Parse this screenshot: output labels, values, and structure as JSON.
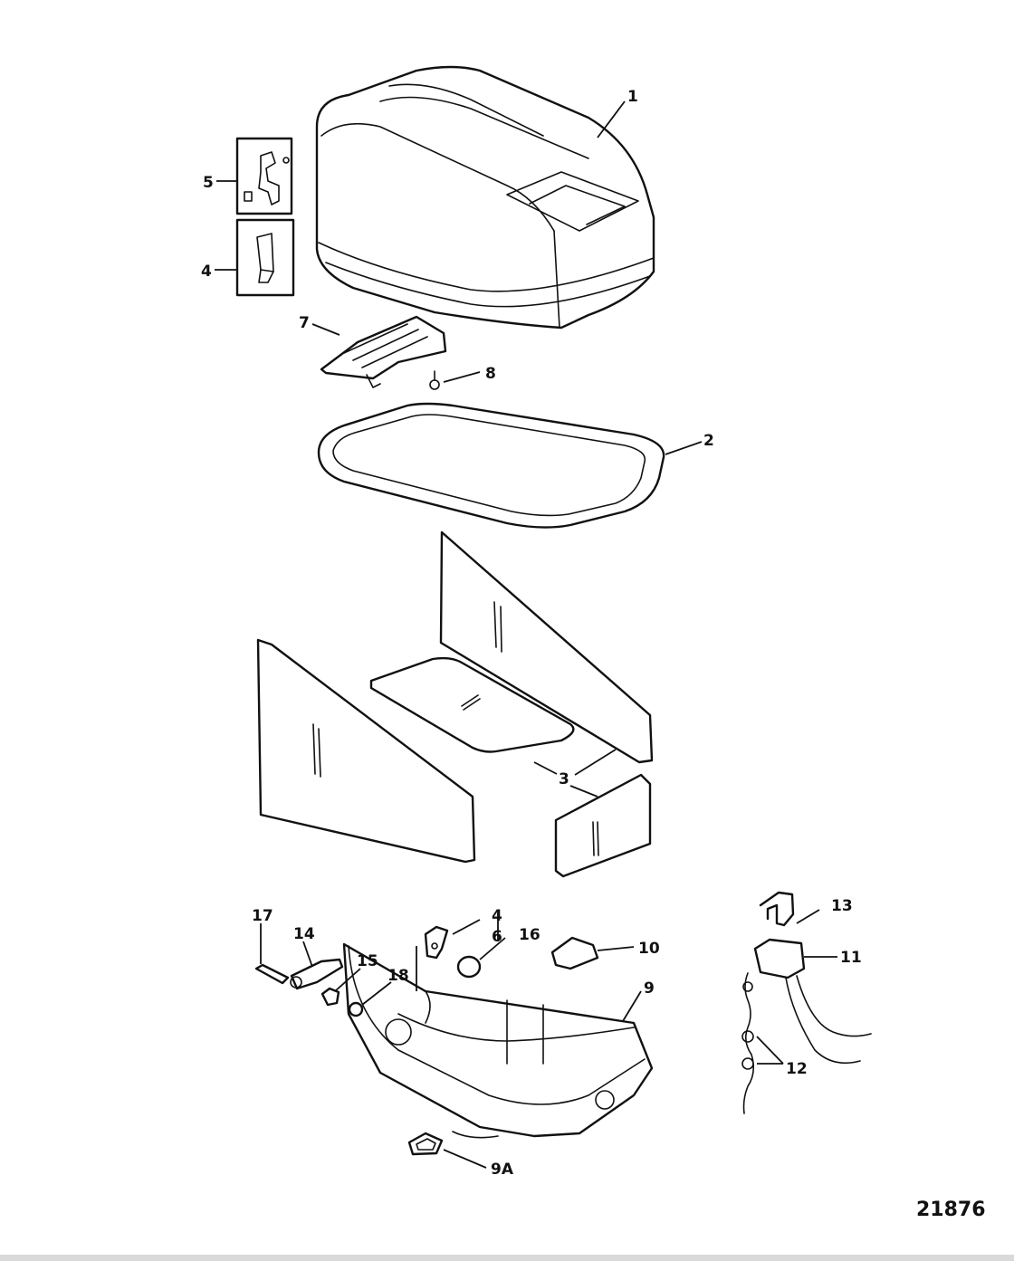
{
  "figure_number": "21876",
  "callouts": {
    "c1": "1",
    "c2": "2",
    "c3": "3",
    "c4": "4",
    "c5": "5",
    "c7": "7",
    "c8": "8",
    "c4b": "4",
    "c6": "6",
    "c16": "16",
    "c10": "10",
    "c9": "9",
    "c17": "17",
    "c14": "14",
    "c15": "15",
    "c18": "18",
    "c9a": "9A",
    "c13": "13",
    "c11": "11",
    "c12": "12"
  }
}
